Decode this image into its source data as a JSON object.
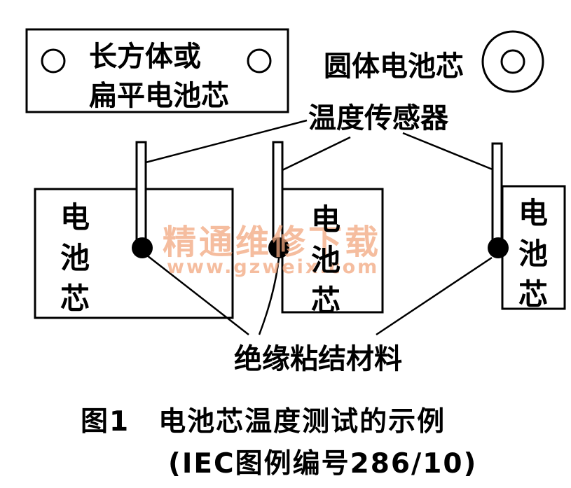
{
  "labels": {
    "flat_cell_line1": "长方体或",
    "flat_cell_line2": "扁平电池芯",
    "round_cell": "圆体电池芯",
    "temp_sensor": "温度传感器",
    "cell_chars": [
      "电",
      "池",
      "芯"
    ],
    "adhesive": "绝缘粘结材料"
  },
  "caption": {
    "line1": "图1　电池芯温度测试的示例",
    "line2": "(IEC图例编号286/10)"
  },
  "watermark": {
    "text": "精通维修下载",
    "url": "www.gzweix.com",
    "color": "#f2a77f"
  },
  "colors": {
    "ink": "#000000",
    "paper": "#ffffff"
  }
}
